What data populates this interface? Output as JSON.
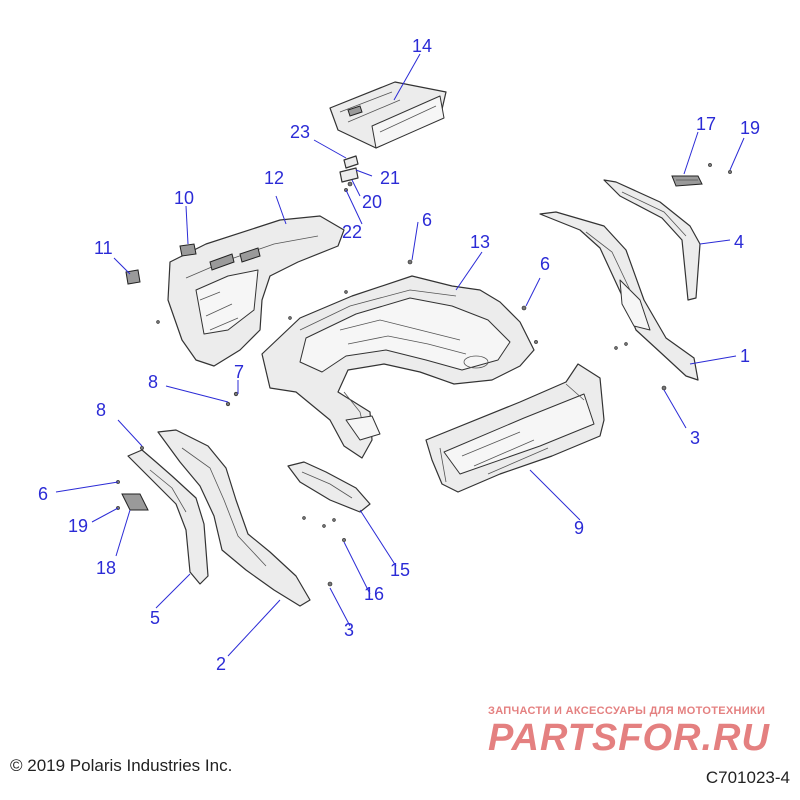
{
  "callouts": [
    {
      "id": "c14",
      "label": "14"
    },
    {
      "id": "c23",
      "label": "23"
    },
    {
      "id": "c21",
      "label": "21"
    },
    {
      "id": "c20",
      "label": "20"
    },
    {
      "id": "c22",
      "label": "22"
    },
    {
      "id": "c17",
      "label": "17"
    },
    {
      "id": "c19a",
      "label": "19"
    },
    {
      "id": "c10",
      "label": "10"
    },
    {
      "id": "c12",
      "label": "12"
    },
    {
      "id": "c11",
      "label": "11"
    },
    {
      "id": "c6a",
      "label": "6"
    },
    {
      "id": "c13",
      "label": "13"
    },
    {
      "id": "c6b",
      "label": "6"
    },
    {
      "id": "c4",
      "label": "4"
    },
    {
      "id": "c1",
      "label": "1"
    },
    {
      "id": "c3a",
      "label": "3"
    },
    {
      "id": "c8a",
      "label": "8"
    },
    {
      "id": "c7",
      "label": "7"
    },
    {
      "id": "c8b",
      "label": "8"
    },
    {
      "id": "c6c",
      "label": "6"
    },
    {
      "id": "c19b",
      "label": "19"
    },
    {
      "id": "c18",
      "label": "18"
    },
    {
      "id": "c5",
      "label": "5"
    },
    {
      "id": "c2",
      "label": "2"
    },
    {
      "id": "c9",
      "label": "9"
    },
    {
      "id": "c15",
      "label": "15"
    },
    {
      "id": "c16",
      "label": "16"
    },
    {
      "id": "c3b",
      "label": "3"
    }
  ],
  "footer": {
    "copyright": "© 2019 Polaris Industries Inc.",
    "drawing_number": "C701023-4"
  },
  "watermark": {
    "tagline": "ЗАПЧАСТИ И АКСЕССУАРЫ ДЛЯ МОТОТЕХНИКИ",
    "logo_text": "PARTSFOR.RU",
    "color": "#e06a6a"
  },
  "colors": {
    "callout": "#2b2bd6",
    "line_art": "#333333"
  }
}
